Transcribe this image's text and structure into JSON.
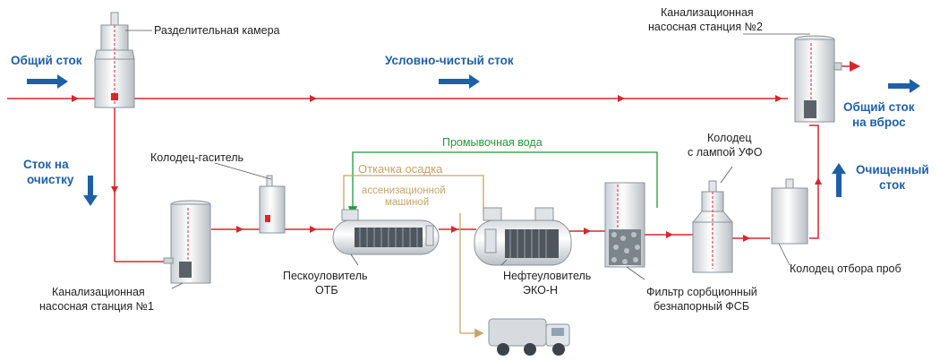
{
  "labels": {
    "separation_chamber": "Разделительная камера",
    "pump_station_2_line1": "Канализационная",
    "pump_station_2_line2": "насосная станция №2",
    "damper_well": "Колодец-гаситель",
    "wash_water": "Промывочная вода",
    "sludge_pumping": "Откачка осадка",
    "sewage_truck_line1": "ассенизационной",
    "sewage_truck_line2": "машиной",
    "uv_well_line1": "Колодец",
    "uv_well_line2": "с лампой УФО",
    "sand_trap_line1": "Пескоуловитель",
    "sand_trap_line2": "ОТБ",
    "oil_trap_line1": "Нефтеуловитель",
    "oil_trap_line2": "ЭКО-Н",
    "filter_line1": "Фильтр сорбционный",
    "filter_line2": "безнапорный ФСБ",
    "sampling_well": "Колодец отбора проб",
    "pump_station_1_line1": "Канализационная",
    "pump_station_1_line2": "насосная станция №1"
  },
  "flows": {
    "total_inflow": "Общий сток",
    "conditionally_clean": "Условно-чистый сток",
    "to_treatment_line1": "Сток на",
    "to_treatment_line2": "очистку",
    "discharge_line1": "Общий сток",
    "discharge_line2": "на вброс",
    "purified_line1": "Очищенный",
    "purified_line2": "сток"
  },
  "colors": {
    "pipe": "#d9262c",
    "wash": "#1f9a3c",
    "sludge": "#c8a469",
    "flow_label": "#1f5fa8",
    "equipment": "#9aa3aa"
  }
}
